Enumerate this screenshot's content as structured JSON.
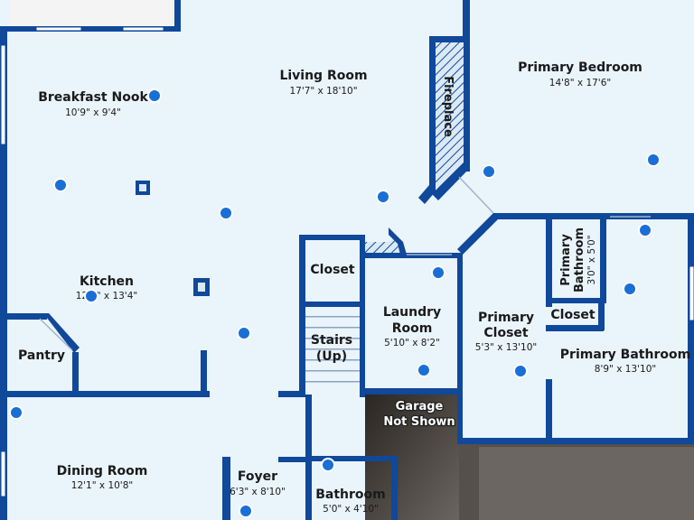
{
  "colors": {
    "wall": "#10489a",
    "floor": "#eaf4fb",
    "hotspot": "#1a6fd6",
    "hotspot_border": "#ffffff"
  },
  "rooms": {
    "living_room": {
      "name": "Living Room",
      "dims": "17'7\" x 18'10\""
    },
    "primary_bedroom": {
      "name": "Primary Bedroom",
      "dims": "14'8\" x 17'6\""
    },
    "breakfast_nook": {
      "name": "Breakfast Nook",
      "dims": "10'9\" x 9'4\""
    },
    "kitchen": {
      "name": "Kitchen",
      "dims": "12'1\" x 13'4\""
    },
    "pantry": {
      "name": "Pantry"
    },
    "closet": {
      "name": "Closet"
    },
    "stairs": {
      "line1": "Stairs",
      "line2": "(Up)"
    },
    "laundry": {
      "line1": "Laundry",
      "line2": "Room",
      "dims": "5'10\" x 8'2\""
    },
    "primary_closet": {
      "line1": "Primary",
      "line2": "Closet",
      "dims": "5'3\" x 13'10\""
    },
    "primary_half_bath": {
      "line1": "Primary",
      "line2": "Bathroom",
      "dims": "3'0\" x 5'0\""
    },
    "primary_bath_closet": {
      "name": "Closet"
    },
    "primary_bathroom": {
      "name": "Primary Bathroom",
      "dims": "8'9\" x 13'10\""
    },
    "dining_room": {
      "name": "Dining Room",
      "dims": "12'1\" x 10'8\""
    },
    "foyer": {
      "name": "Foyer",
      "dims": "6'3\" x 8'10\""
    },
    "bathroom": {
      "name": "Bathroom",
      "dims": "5'0\" x 4'10\""
    },
    "garage": {
      "line1": "Garage",
      "line2": "Not Shown"
    },
    "fireplace": {
      "name": "Fireplace"
    }
  }
}
